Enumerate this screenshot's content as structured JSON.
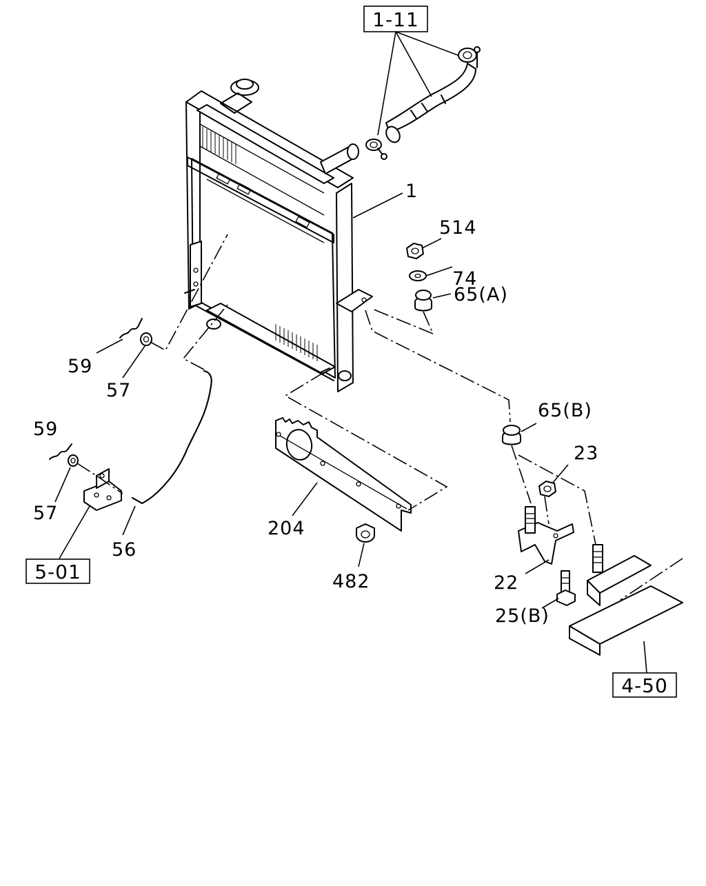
{
  "diagram": {
    "ref_boxes": {
      "r_1_11": "1-11",
      "r_5_01": "5-01",
      "r_4_50": "4-50"
    },
    "callouts": {
      "c1": "1",
      "c514": "514",
      "c74": "74",
      "c65a": "65(A)",
      "c65b": "65(B)",
      "c23": "23",
      "c22": "22",
      "c25b": "25(B)",
      "c204": "204",
      "c482": "482",
      "c56": "56",
      "c59_upper": "59",
      "c57_upper": "57",
      "c59_lower": "59",
      "c57_lower": "57"
    }
  }
}
